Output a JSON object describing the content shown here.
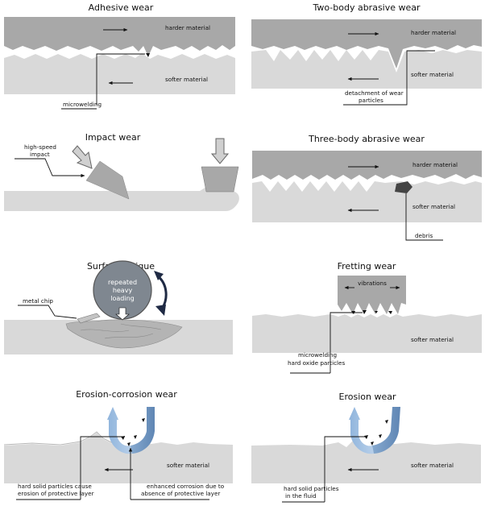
{
  "panels": {
    "adhesive": {
      "title": "Adhesive wear",
      "harder": "harder material",
      "softer": "softer material",
      "note": "microwelding"
    },
    "two_body": {
      "title": "Two-body abrasive wear",
      "harder": "harder material",
      "softer": "softer material",
      "note_line1": "detachment of wear",
      "note_line2": "particles"
    },
    "impact": {
      "title": "Impact wear",
      "note_line1": "high-speed",
      "note_line2": "impact"
    },
    "three_body": {
      "title": "Three-body abrasive wear",
      "harder": "harder material",
      "softer": "softer material",
      "note": "debris"
    },
    "fatigue": {
      "title": "Surface fatigue",
      "note": "metal chip",
      "ball_line1": "repeated",
      "ball_line2": "heavy",
      "ball_line3": "loading"
    },
    "fretting": {
      "title": "Fretting wear",
      "vibrations": "vibrations",
      "softer": "softer material",
      "note_line1": "microwelding",
      "note_line2": "hard oxide particles"
    },
    "erosion_corrosion": {
      "title": "Erosion-corrosion wear",
      "softer": "softer material",
      "note1_line1": "hard solid particles cause",
      "note1_line2": "erosion of protective layer",
      "note2_line1": "enhanced corrosion due to",
      "note2_line2": "absence of protective layer"
    },
    "erosion": {
      "title": "Erosion wear",
      "softer": "softer material",
      "note_line1": "hard solid particles",
      "note_line2": "in the fluid"
    }
  },
  "colors": {
    "hard_material": "#a8a8a8",
    "soft_material": "#d9d9d9",
    "fatigue_ball": "#7f8790",
    "fluid_flow": "#8fb4dc",
    "fluid_flow_dark": "#6d93bf",
    "arrow_outline": "#666666"
  }
}
